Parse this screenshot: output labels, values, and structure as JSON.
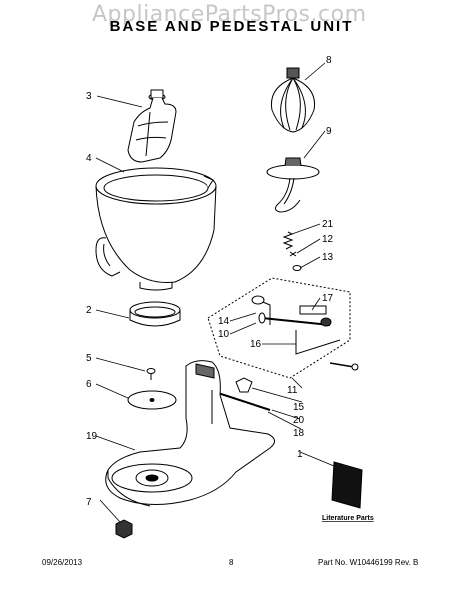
{
  "watermark": "AppliancePartsPros.com",
  "title": "BASE AND PEDESTAL UNIT",
  "callouts": [
    "1",
    "2",
    "3",
    "4",
    "5",
    "6",
    "7",
    "8",
    "9",
    "10",
    "11",
    "12",
    "13",
    "14",
    "15",
    "16",
    "17",
    "18",
    "19",
    "20",
    "21"
  ],
  "literature_label": "Literature Parts",
  "footer": {
    "date": "09/26/2013",
    "page": "8",
    "part_info": "Part No. W10446199  Rev. B"
  }
}
